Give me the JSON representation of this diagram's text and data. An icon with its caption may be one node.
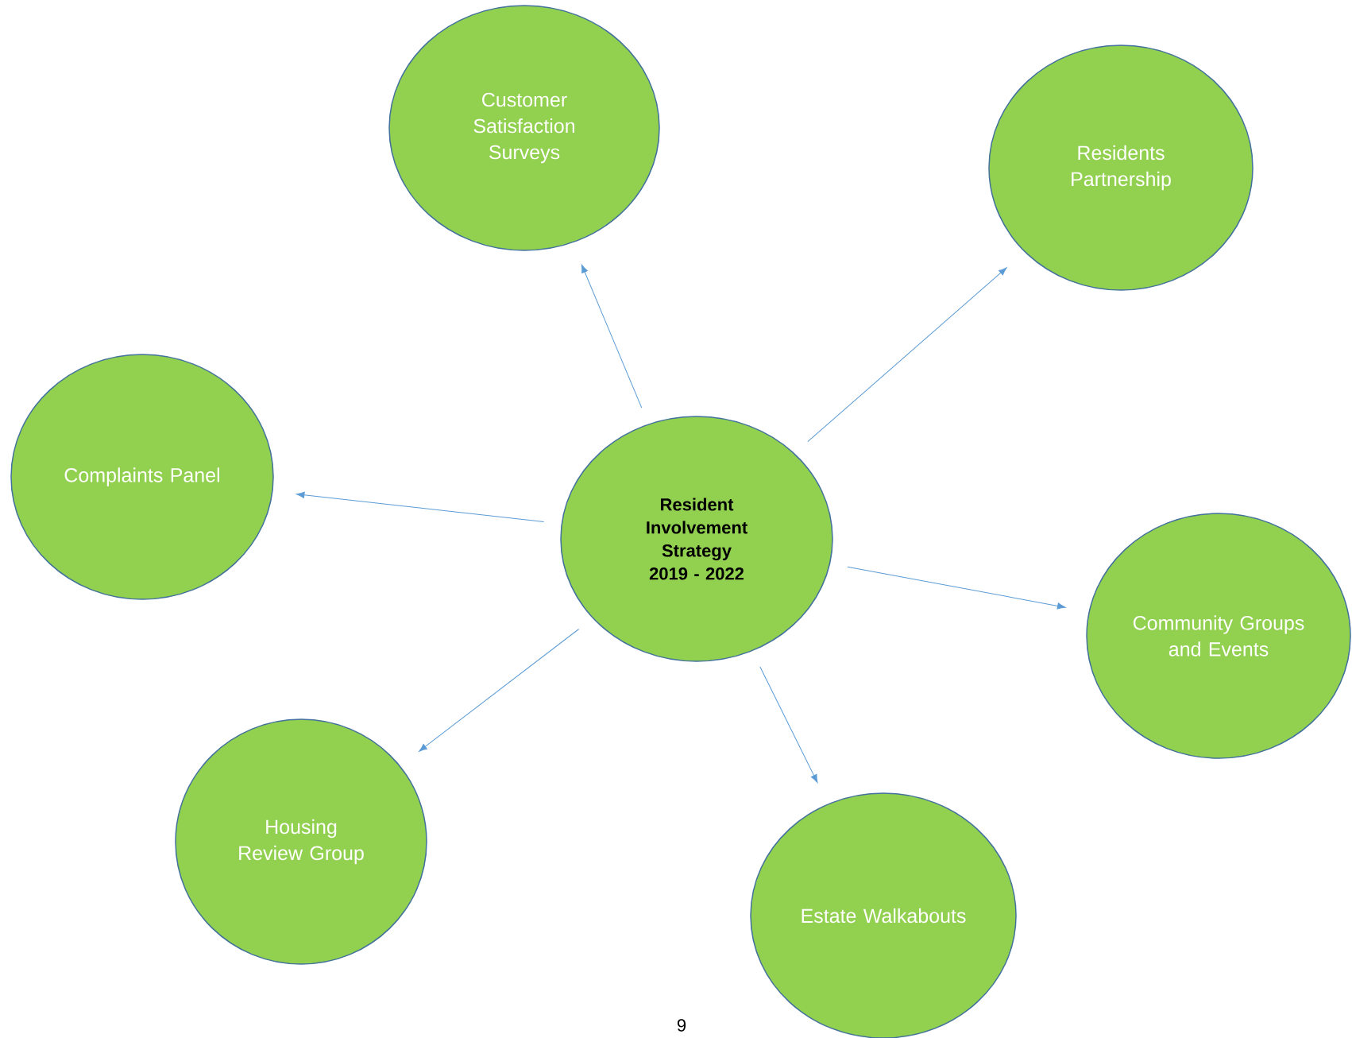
{
  "diagram": {
    "nodes": [
      {
        "text": [
          "Customer Satisfaction Surveys"
        ]
      },
      {
        "text": [
          "Residents Partnership"
        ]
      },
      {
        "text": [
          "Complaints Panel"
        ]
      },
      {
        "text": [
          "Resident Involvement Strategy 2019 - 2022"
        ]
      },
      {
        "text": [
          "Community Groups and Events"
        ]
      },
      {
        "text": [
          "Housing Review Group"
        ]
      },
      {
        "text": [
          "Estate Walkabouts"
        ]
      }
    ],
    "edges": [
      {
        "from": 3,
        "to": 0,
        "arrow": "to"
      },
      {
        "from": 3,
        "to": 1,
        "arrow": "to"
      },
      {
        "from": 3,
        "to": 2,
        "arrow": "to"
      },
      {
        "from": 3,
        "to": 4,
        "arrow": "to"
      },
      {
        "from": 3,
        "to": 5,
        "arrow": "to"
      },
      {
        "from": 3,
        "to": 6,
        "arrow": "to"
      }
    ],
    "labels": [
      "9"
    ]
  }
}
